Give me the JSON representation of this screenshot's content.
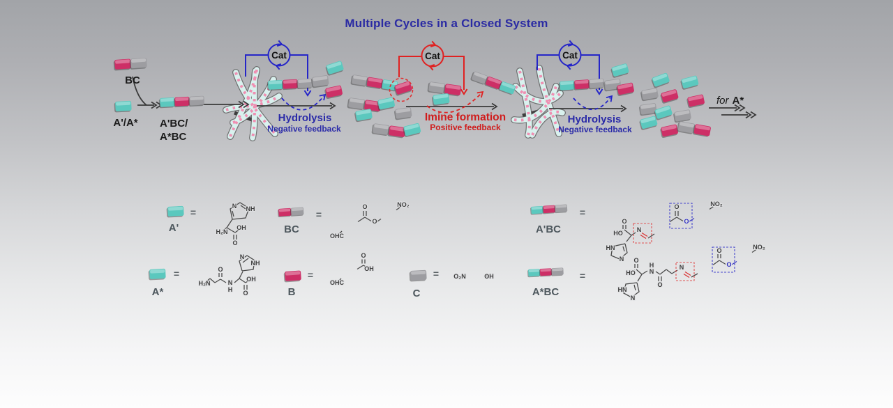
{
  "title": "Multiple Cycles in a Closed System",
  "colors": {
    "cyan_block": "#5bc8be",
    "pink_block": "#cd2f66",
    "gray_block": "#9d9da1",
    "cycle_blue": "#2525c8",
    "cycle_red": "#e02121",
    "title_blue": "#2b2ba3"
  },
  "scheme": {
    "bc": "BC",
    "a": "A'/A*",
    "abc1": "A'BC/",
    "abc2": "A*BC",
    "cat": "Cat",
    "step1": {
      "title": "Hydrolysis",
      "subtitle": "Negative feedback"
    },
    "step2": {
      "title": "Imine formation",
      "subtitle": "Positive feedback"
    },
    "step3": {
      "title": "Hydrolysis",
      "subtitle": "Negative feedback"
    },
    "for_label": "for",
    "for_target": "A*"
  },
  "legend": {
    "eq": "=",
    "a_prime": {
      "label": "A'",
      "atoms": [
        "N",
        "NH",
        "H₂N",
        "OH",
        "O"
      ]
    },
    "bc": {
      "label": "BC",
      "atoms": [
        "OHC",
        "O",
        "O",
        "NO₂"
      ]
    },
    "a_prime_bc": {
      "label": "A'BC",
      "atoms": [
        "HO",
        "O",
        "HN",
        "N",
        "N",
        "O",
        "O",
        "NO₂"
      ]
    },
    "a_star": {
      "label": "A*",
      "atoms": [
        "H₂N",
        "O",
        "N",
        "H",
        "N",
        "NH",
        "OH",
        "O"
      ]
    },
    "b": {
      "label": "B",
      "atoms": [
        "OHC",
        "O",
        "OH"
      ]
    },
    "c": {
      "label": "C",
      "atoms": [
        "O₂N",
        "OH"
      ]
    },
    "a_star_bc": {
      "label": "A*BC",
      "atoms": [
        "HO",
        "O",
        "HN",
        "N",
        "H",
        "N",
        "O",
        "N",
        "O",
        "O",
        "NO₂"
      ]
    }
  }
}
